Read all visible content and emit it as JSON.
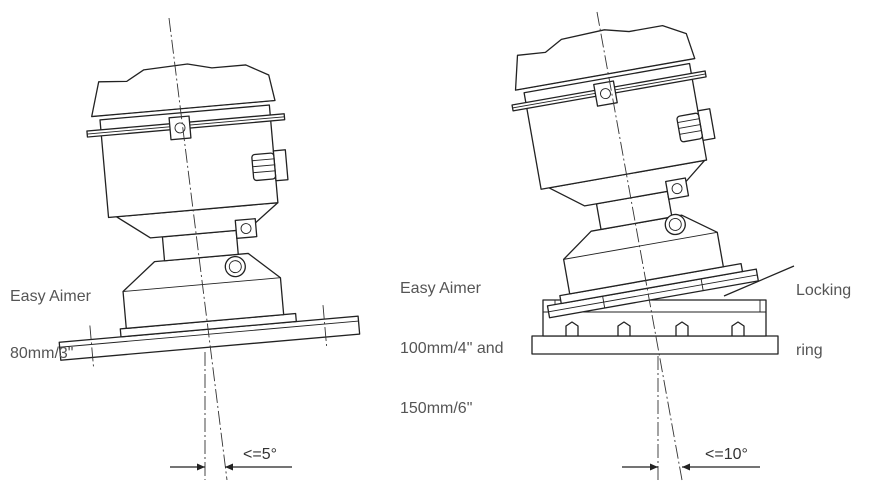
{
  "left_label": [
    "Easy Aimer",
    "80mm/3\""
  ],
  "left_angle": "<=5°",
  "right_label": [
    "Easy Aimer",
    "100mm/4\" and",
    "150mm/6\""
  ],
  "right_angle": "<=10°",
  "locking_label": [
    "Locking",
    "ring"
  ]
}
